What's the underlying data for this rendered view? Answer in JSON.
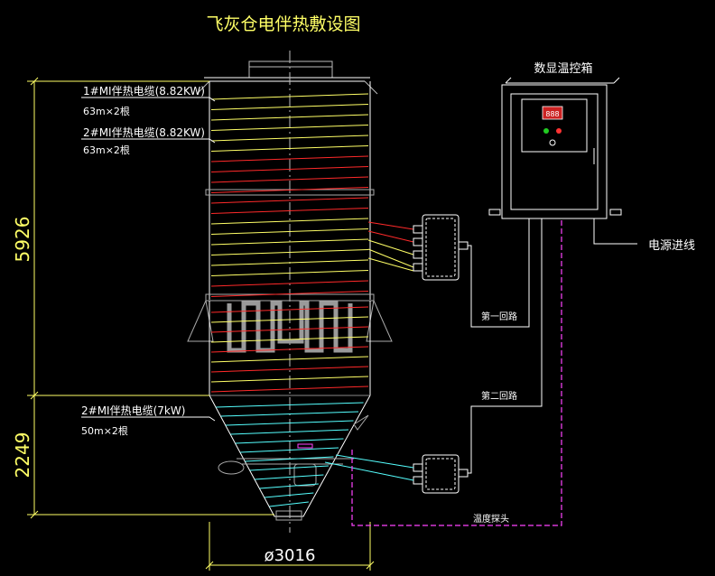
{
  "title": "飞灰仓电伴热敷设图",
  "dimensions": {
    "upper_height": "5926",
    "lower_height": "2249",
    "diameter": "ø3016"
  },
  "cables": [
    {
      "name": "1#MI伴热电缆(8.82KW)",
      "length": "63m×2根"
    },
    {
      "name": "2#MI伴热电缆(8.82KW)",
      "length": "63m×2根"
    },
    {
      "name": "2#MI伴热电缆(7kW)",
      "length": "50m×2根"
    }
  ],
  "control_box": {
    "label": "数显温控箱",
    "display": "888",
    "power_in": "电源进线"
  },
  "circuits": {
    "first": "第一回路",
    "second": "第二回路"
  },
  "probe": "温度探头",
  "colors": {
    "background": "#000000",
    "line": "#ffffff",
    "dimension": "#ffff66",
    "cable_red": "#ff2a2a",
    "cable_yellow": "#ffff66",
    "cable_cyan": "#55ffff",
    "probe_line": "#ff44ff",
    "frame_grey": "#9a9a9a"
  }
}
